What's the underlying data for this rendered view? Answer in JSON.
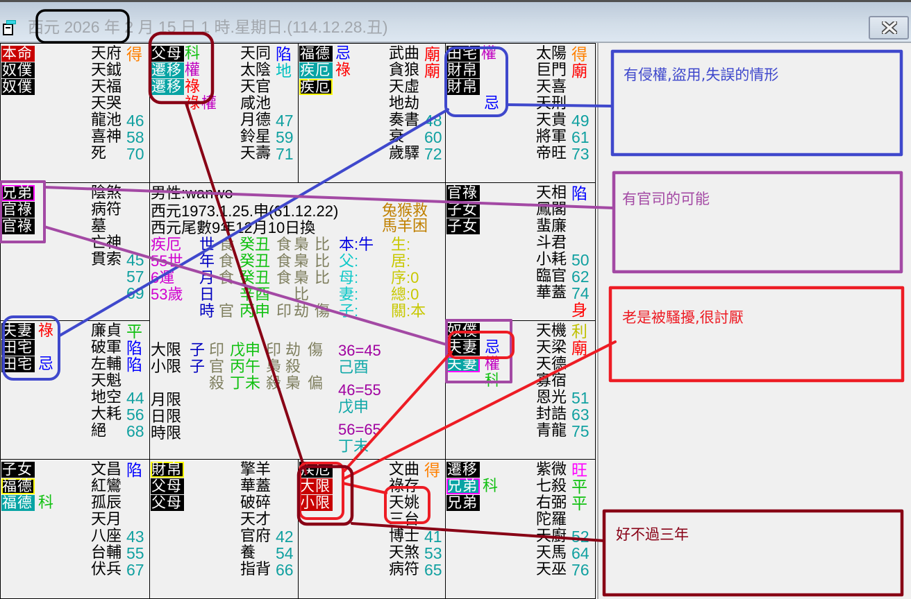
{
  "window": {
    "title": "西元 2026 年 2 月 15 日 1 時.星期日.(114.12.28.丑)",
    "icons": {
      "app": "window-icon",
      "close": "close-icon"
    }
  },
  "palaces": [
    {
      "labels": [
        {
          "text": "本命",
          "bg": "#c80000"
        },
        {
          "text": "奴僕",
          "bg": "#000000"
        },
        {
          "text": "奴僕",
          "bg": "#000000"
        }
      ],
      "tags": [],
      "stars": [
        {
          "name": "天府",
          "mark": "得",
          "color": "#ff8000"
        },
        {
          "name": "天鉞"
        },
        {
          "name": "天福"
        },
        {
          "name": "天哭"
        },
        {
          "name": "龍池",
          "mark": "46",
          "color": "#10a0a0"
        },
        {
          "name": "喜神",
          "mark": "58",
          "color": "#10a0a0"
        },
        {
          "name": "死",
          "mark": "70",
          "color": "#10a0a0"
        }
      ]
    },
    {
      "labels": [
        {
          "text": "父母",
          "bg": "#000000"
        },
        {
          "text": "遷移",
          "bg": "#08a4a4"
        },
        {
          "text": "遷移",
          "bg": "#08a4a4"
        }
      ],
      "tags": [
        {
          "text": "科",
          "color": "#10c010"
        },
        {
          "text": "權",
          "color": "#c000c0"
        },
        {
          "text": "祿",
          "color": "#ff0000"
        },
        {
          "text": "祿",
          "color": "#ff0000"
        },
        {
          "text": "權",
          "color": "#c000c0"
        }
      ],
      "stars": [
        {
          "name": "天同",
          "mark": "陷",
          "color": "#0000ff"
        },
        {
          "name": "太陰",
          "mark": "地",
          "color": "#00c0c0"
        },
        {
          "name": "天官"
        },
        {
          "name": "咸池"
        },
        {
          "name": "月德",
          "mark": "47",
          "color": "#10a0a0"
        },
        {
          "name": "鈴星",
          "mark": "59",
          "color": "#10a0a0"
        },
        {
          "name": "天壽",
          "mark": "71",
          "color": "#10a0a0"
        }
      ]
    },
    {
      "labels": [
        {
          "text": "福德",
          "bg": "#000000"
        },
        {
          "text": "疾厄",
          "bg": "#08a4a4"
        },
        {
          "text": "疾厄",
          "bg": "#000000",
          "border": "#ffff00"
        }
      ],
      "tags": [
        {
          "text": "忌",
          "color": "#0000ff"
        },
        {
          "text": "祿",
          "color": "#ff0000"
        }
      ],
      "stars": [
        {
          "name": "武曲",
          "mark": "廟",
          "color": "#ff0000"
        },
        {
          "name": "貪狼",
          "mark": "廟",
          "color": "#ff0000"
        },
        {
          "name": "天虛"
        },
        {
          "name": "地劫"
        },
        {
          "name": "奏書",
          "mark": "48",
          "color": "#10a0a0"
        },
        {
          "name": "衰",
          "mark": "60",
          "color": "#10a0a0"
        },
        {
          "name": "歲驛",
          "mark": "72",
          "color": "#10a0a0"
        }
      ]
    },
    {
      "labels": [
        {
          "text": "田宅",
          "bg": "#000000"
        },
        {
          "text": "財帛",
          "bg": "#000000"
        },
        {
          "text": "財帛",
          "bg": "#000000"
        }
      ],
      "tags": [
        {
          "text": "權",
          "color": "#c000c0"
        },
        {
          "text": "忌",
          "color": "#0000ff"
        }
      ],
      "stars": [
        {
          "name": "太陽",
          "mark": "得",
          "color": "#ff8000"
        },
        {
          "name": "巨門",
          "mark": "廟",
          "color": "#ff0000"
        },
        {
          "name": "天喜"
        },
        {
          "name": "天刑"
        },
        {
          "name": "天貴",
          "mark": "49",
          "color": "#10a0a0"
        },
        {
          "name": "將軍",
          "mark": "61",
          "color": "#10a0a0"
        },
        {
          "name": "帝旺",
          "mark": "73",
          "color": "#10a0a0"
        }
      ]
    },
    {
      "labels": [
        {
          "text": "兄弟",
          "bg": "#000000",
          "border": "#ff00ff"
        },
        {
          "text": "官祿",
          "bg": "#000000"
        },
        {
          "text": "官祿",
          "bg": "#000000"
        }
      ],
      "tags": [],
      "stars": [
        {
          "name": "陰煞"
        },
        {
          "name": "病符"
        },
        {
          "name": "墓"
        },
        {
          "name": "亡神"
        },
        {
          "name": "貫索",
          "mark": "45",
          "color": "#10a0a0"
        },
        {
          "name": "",
          "mark": "57",
          "color": "#10a0a0"
        },
        {
          "name": "",
          "mark": "69",
          "color": "#10a0a0"
        }
      ]
    },
    {
      "labels": [
        {
          "text": "官祿",
          "bg": "#000000"
        },
        {
          "text": "子女",
          "bg": "#000000"
        },
        {
          "text": "子女",
          "bg": "#000000"
        }
      ],
      "tags": [],
      "stars": [
        {
          "name": "天相",
          "mark": "陷",
          "color": "#0000ff"
        },
        {
          "name": "鳳閣"
        },
        {
          "name": "蜚廉"
        },
        {
          "name": "斗君"
        },
        {
          "name": "小耗",
          "mark": "50",
          "color": "#10a0a0"
        },
        {
          "name": "臨官",
          "mark": "62",
          "color": "#10a0a0"
        },
        {
          "name": "華蓋",
          "mark": "74",
          "color": "#10a0a0"
        },
        {
          "name": "",
          "mark": "身",
          "color": "#ff0000"
        }
      ]
    },
    {
      "labels": [
        {
          "text": "夫妻",
          "bg": "#000000"
        },
        {
          "text": "田宅",
          "bg": "#000000"
        },
        {
          "text": "田宅",
          "bg": "#000000"
        }
      ],
      "tags": [
        {
          "text": "祿",
          "color": "#ff0000"
        },
        {
          "text": "忌",
          "color": "#0000ff"
        }
      ],
      "stars": [
        {
          "name": "廉貞",
          "mark": "平",
          "color": "#10c010"
        },
        {
          "name": "破軍",
          "mark": "陷",
          "color": "#0000ff"
        },
        {
          "name": "左輔",
          "mark": "陷",
          "color": "#0000ff"
        },
        {
          "name": "天魁"
        },
        {
          "name": "地空",
          "mark": "44",
          "color": "#10a0a0"
        },
        {
          "name": "大耗",
          "mark": "56",
          "color": "#10a0a0"
        },
        {
          "name": "絕",
          "mark": "68",
          "color": "#10a0a0"
        }
      ]
    },
    {
      "labels": [
        {
          "text": "奴僕",
          "bg": "#000000"
        },
        {
          "text": "夫妻",
          "bg": "#000000"
        },
        {
          "text": "夫妻",
          "bg": "#08a4a4",
          "border": "#ff00ff"
        }
      ],
      "tags": [
        {
          "text": "忌",
          "color": "#0000ff"
        },
        {
          "text": "權",
          "color": "#c000c0"
        },
        {
          "text": "科",
          "color": "#10c010"
        }
      ],
      "stars": [
        {
          "name": "天機",
          "mark": "利",
          "color": "#c0c000"
        },
        {
          "name": "天梁",
          "mark": "廟",
          "color": "#ff0000"
        },
        {
          "name": "天德"
        },
        {
          "name": "寡宿"
        },
        {
          "name": "恩光",
          "mark": "51",
          "color": "#10a0a0"
        },
        {
          "name": "封誥",
          "mark": "63",
          "color": "#10a0a0"
        },
        {
          "name": "青龍",
          "mark": "75",
          "color": "#10a0a0"
        }
      ]
    },
    {
      "labels": [
        {
          "text": "子女",
          "bg": "#000000"
        },
        {
          "text": "福德",
          "bg": "#000000",
          "border": "#ffff00"
        },
        {
          "text": "福德",
          "bg": "#08a4a4"
        }
      ],
      "tags": [
        {
          "text": "科",
          "color": "#10c010"
        }
      ],
      "stars": [
        {
          "name": "文昌",
          "mark": "陷",
          "color": "#0000ff"
        },
        {
          "name": "紅鸞"
        },
        {
          "name": "孤辰"
        },
        {
          "name": "天月"
        },
        {
          "name": "八座",
          "mark": "43",
          "color": "#10a0a0"
        },
        {
          "name": "台輔",
          "mark": "55",
          "color": "#10a0a0"
        },
        {
          "name": "伏兵",
          "mark": "67",
          "color": "#10a0a0"
        }
      ]
    },
    {
      "labels": [
        {
          "text": "財帛",
          "bg": "#000000",
          "border": "#ffff00"
        },
        {
          "text": "父母",
          "bg": "#000000"
        },
        {
          "text": "父母",
          "bg": "#000000"
        }
      ],
      "tags": [],
      "stars": [
        {
          "name": "擎羊"
        },
        {
          "name": "華蓋"
        },
        {
          "name": "破碎"
        },
        {
          "name": "天才"
        },
        {
          "name": "官府",
          "mark": "42",
          "color": "#10a0a0"
        },
        {
          "name": "養",
          "mark": "54",
          "color": "#10a0a0"
        },
        {
          "name": "指背",
          "mark": "66",
          "color": "#10a0a0"
        }
      ]
    },
    {
      "labels": [
        {
          "text": "疾厄",
          "bg": "#000000"
        },
        {
          "text": "大限",
          "bg": "#c80000"
        },
        {
          "text": "小限",
          "bg": "#c80000"
        }
      ],
      "tags": [],
      "stars": [
        {
          "name": "文曲",
          "mark": "得",
          "color": "#ff8000"
        },
        {
          "name": "祿存"
        },
        {
          "name": "天姚"
        },
        {
          "name": "三台"
        },
        {
          "name": "博士",
          "mark": "41",
          "color": "#10a0a0"
        },
        {
          "name": "天煞",
          "mark": "53",
          "color": "#10a0a0"
        },
        {
          "name": "病符",
          "mark": "65",
          "color": "#10a0a0"
        }
      ]
    },
    {
      "labels": [
        {
          "text": "遷移",
          "bg": "#000000"
        },
        {
          "text": "兄弟",
          "bg": "#08a4a4",
          "border": "#ff00ff"
        },
        {
          "text": "兄弟",
          "bg": "#000000"
        }
      ],
      "tags": [
        {
          "text": "科",
          "color": "#10c010"
        }
      ],
      "stars": [
        {
          "name": "紫微",
          "mark": "旺",
          "color": "#ff00ff"
        },
        {
          "name": "七殺",
          "mark": "平",
          "color": "#10c010"
        },
        {
          "name": "右弼",
          "mark": "平",
          "color": "#10c010"
        },
        {
          "name": "陀羅"
        },
        {
          "name": "天廚",
          "mark": "52",
          "color": "#10a0a0"
        },
        {
          "name": "天馬",
          "mark": "64",
          "color": "#10a0a0"
        },
        {
          "name": "天巫",
          "mark": "76",
          "color": "#10a0a0"
        }
      ]
    }
  ],
  "center": {
    "person": "男性:wanwo",
    "birth": "西元1973.1.25.申(61.12.22)",
    "tail_year_change": "西元尾數9年12月10日換",
    "zodiac": [
      "兔猴救",
      "馬羊困"
    ],
    "colors": {
      "zodiac": "#c08000",
      "label": "#d000d0",
      "pillar": "#0000c0",
      "ten_god": "#7f7f5f",
      "ganzhi": "#10c010",
      "relation_main": "#0000e0",
      "relation": "#10c8c8",
      "stat": "#c8c800",
      "branch": "#0000c0",
      "range": "#a000a0",
      "decade_ganzhi": "#10a8a8"
    },
    "pillars": [
      {
        "label": "疾厄",
        "pillar": "世",
        "god": "食",
        "ganzhi": "癸丑",
        "h1": "食",
        "h2": "梟",
        "h3": "比",
        "relation": "本:牛",
        "stat": "生:"
      },
      {
        "label": "55世",
        "pillar": "年",
        "god": "食",
        "ganzhi": "癸丑",
        "h1": "食",
        "h2": "梟",
        "h3": "比",
        "relation": "父:",
        "stat": "居:"
      },
      {
        "label": "6運",
        "pillar": "月",
        "god": "食",
        "ganzhi": "癸丑",
        "h1": "食",
        "h2": "梟",
        "h3": "比",
        "relation": "母:",
        "stat": "序:0"
      },
      {
        "label": "53歲",
        "pillar": "日",
        "god": "",
        "ganzhi": "辛酉",
        "h1": "",
        "h2": "比",
        "h3": "",
        "relation": "妻:",
        "stat": "總:0"
      },
      {
        "label": "",
        "pillar": "時",
        "god": "官",
        "ganzhi": "丙申",
        "h1": "印",
        "h2": "劫",
        "h3": "傷",
        "relation": "子:",
        "stat": "關:本"
      }
    ],
    "limits": [
      {
        "label": "大限",
        "branch": "子",
        "g1": "印",
        "ganzhi": "戊申",
        "g2": "印",
        "g3": "劫",
        "g4": "傷"
      },
      {
        "label": "小限",
        "branch": "子",
        "g1": "官",
        "ganzhi": "丙午",
        "g2": "梟",
        "g3": "殺",
        "g4": ""
      },
      {
        "label": "",
        "branch": "",
        "g1": "殺",
        "ganzhi": "丁未",
        "g2": "殺",
        "g3": "梟",
        "g4": "偏"
      }
    ],
    "sub_limits": [
      "月限",
      "日限",
      "時限"
    ],
    "decades": [
      {
        "range": "36=45",
        "ganzhi": "己酉"
      },
      {
        "range": "46=55",
        "ganzhi": "戊申"
      },
      {
        "range": "56=65",
        "ganzhi": "丁未"
      }
    ]
  },
  "annotations": {
    "colors": {
      "black": "#000000",
      "blue": "#3f48cc",
      "purple": "#a349a4",
      "red": "#ed1c24",
      "dark_red": "#880015"
    },
    "notes": [
      {
        "text": "有侵權,盜用,失誤的情形",
        "color": "#3f48cc"
      },
      {
        "text": "有官司的可能",
        "color": "#a349a4"
      },
      {
        "text": "老是被騷擾,很討厭",
        "color": "#ed1c24"
      },
      {
        "text": "好不過三年",
        "color": "#880015"
      }
    ]
  }
}
